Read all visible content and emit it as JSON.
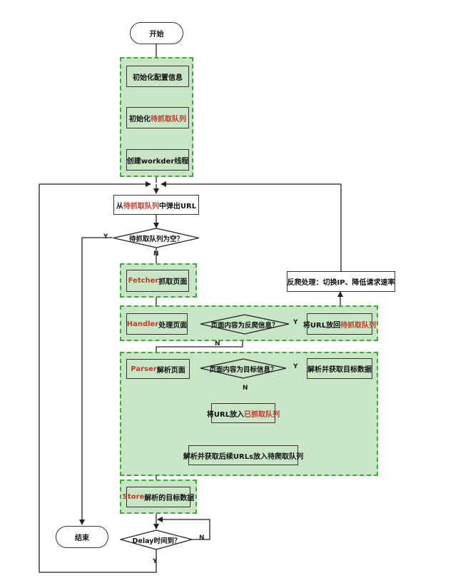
{
  "nodes": {
    "start": "开始",
    "init_config": "初始化配置信息",
    "init_queue_prefix": "初始化",
    "init_queue_highlight": "待抓取队列",
    "create_worker": "创建workder线程",
    "pop_url_prefix": "从",
    "pop_url_highlight": "待抓取队列",
    "pop_url_suffix": "中弹出URL",
    "queue_empty_q": "待抓取队列为空？",
    "fetcher_highlight": "Fetcher",
    "fetcher_suffix": "抓取页面",
    "anti_crawl": "反爬处理：切换IP、降低请求速率",
    "handler_highlight": "Handler",
    "handler_suffix": "处理页面",
    "anti_info_q": "页面内容为反爬信息？",
    "put_back_prefix": "将URL放回",
    "put_back_highlight": "待抓取队列",
    "parser_highlight": "Parser",
    "parser_suffix": "解析页面",
    "target_info_q": "页面内容为目标信息？",
    "parse_target": "解析并获取目标数据",
    "put_done_prefix": "将URL放入",
    "put_done_highlight": "已抓取队列",
    "parse_next": "解析并获取后续URLs放入待爬取队列",
    "store_highlight": "Store",
    "store_suffix": "解析的目标数据",
    "delay_q": "Delay时间到？",
    "end": "结束"
  },
  "edge_labels": {
    "yes": "Y",
    "no": "N"
  },
  "colors": {
    "group_fill": "#c8e6c5",
    "group_border": "#3daa3a",
    "highlight_text": "#c0392b"
  }
}
